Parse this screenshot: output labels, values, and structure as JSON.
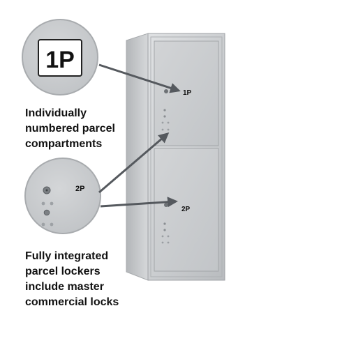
{
  "product": {
    "door_labels": [
      "1P",
      "2P"
    ]
  },
  "callouts": [
    {
      "badge": "1P",
      "caption_lines": [
        "Individually",
        "numbered parcel",
        "compartments"
      ]
    },
    {
      "badge": "2P",
      "caption_lines": [
        "Fully integrated",
        "parcel lockers",
        "include master",
        "commercial locks"
      ]
    }
  ],
  "colors": {
    "aluminum": "#c9cbcd",
    "aluminum_dark": "#9fa2a6",
    "arrow": "#55595e",
    "text": "#111111"
  }
}
